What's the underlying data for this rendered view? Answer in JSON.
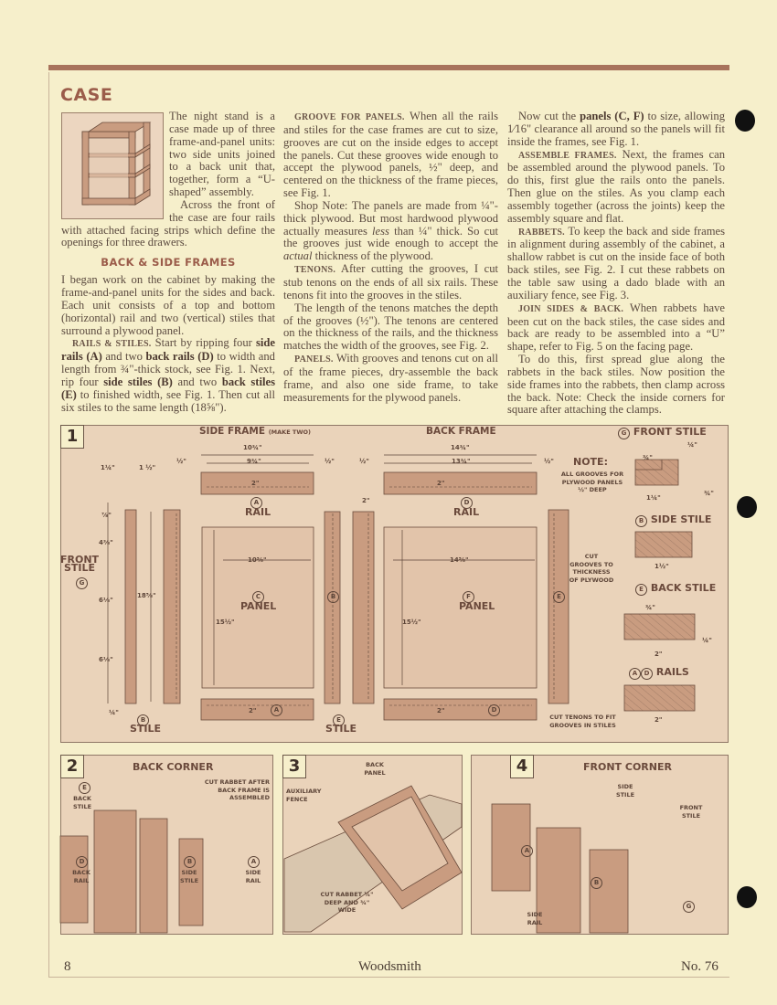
{
  "section_title": "CASE",
  "subheading": "BACK & SIDE FRAMES",
  "columns": [
    [
      {
        "noindent": true,
        "segs": [
          "The night stand is a case made up of three frame-and-panel units: two side units joined to a back unit that, together, form a “U-shaped” assembly."
        ]
      },
      {
        "segs": [
          "Across the front of the case are four rails with attached facing strips which define the openings for three drawers."
        ]
      }
    ],
    [
      {
        "noindent": true,
        "segs": [
          "I began work on the cabinet by making the frame-and-panel units for the sides and back. Each unit consists of a top and bottom (horizontal) rail and two (vertical) stiles that surround a plywood panel."
        ]
      },
      {
        "segs": [
          {
            "t": "Rails & Stiles.",
            "s": "sc"
          },
          " Start by ripping four ",
          {
            "t": "side rails (A)",
            "s": "b"
          },
          " and two ",
          {
            "t": "back rails (D)",
            "s": "b"
          },
          " to width and length from ¾\"-thick stock, see Fig. 1. Next, rip four ",
          {
            "t": "side stiles (B)",
            "s": "b"
          },
          " and two ",
          {
            "t": "back stiles (E)",
            "s": "b"
          },
          " to finished width, see Fig. 1. Then cut all six stiles to the same length (18⅝\")."
        ]
      }
    ],
    [
      {
        "segs": [
          {
            "t": "Groove for Panels.",
            "s": "sc"
          },
          " When all the rails and stiles for the case frames are cut to size, grooves are cut on the inside edges to accept the panels. Cut these grooves wide enough to accept the plywood panels, ½\" deep, and centered on the thickness of the frame pieces, see Fig. 1."
        ]
      },
      {
        "segs": [
          "Shop Note: The panels are made from ¼\"-thick plywood. But most hardwood plywood actually measures ",
          {
            "t": "less",
            "s": "i"
          },
          " than ¼\" thick. So cut the grooves just wide enough to accept the ",
          {
            "t": "actual",
            "s": "i"
          },
          " thickness of the plywood."
        ]
      },
      {
        "segs": [
          {
            "t": "Tenons.",
            "s": "sc"
          },
          " After cutting the grooves, I cut stub tenons on the ends of all six rails. These tenons fit into the grooves in the stiles."
        ]
      },
      {
        "segs": [
          "The length of the tenons matches the depth of the grooves (½\"). The tenons are centered on the thickness of the rails, and the thickness matches the width of the grooves, see Fig. 2."
        ]
      },
      {
        "segs": [
          {
            "t": "Panels.",
            "s": "sc"
          },
          " With grooves and tenons cut on all of the frame pieces, dry-assemble the back frame, and also one side frame, to take measurements for the plywood panels."
        ]
      }
    ],
    [
      {
        "segs": [
          "Now cut the ",
          {
            "t": "panels (C, F)",
            "s": "b"
          },
          " to size, allowing 1⁄16\" clearance all around so the panels will fit inside the frames, see Fig. 1."
        ]
      },
      {
        "segs": [
          {
            "t": "Assemble Frames.",
            "s": "sc"
          },
          " Next, the frames can be assembled around the plywood panels. To do this, first glue the rails onto the panels. Then glue on the stiles. As you clamp each assembly together (across the joints) keep the assembly square and flat."
        ]
      },
      {
        "segs": [
          {
            "t": "Rabbets.",
            "s": "sc"
          },
          " To keep the back and side frames in alignment during assembly of the cabinet, a shallow rabbet is cut on the inside face of both back stiles, see Fig. 2. I cut these rabbets on the table saw using a dado blade with an auxiliary fence, see Fig. 3."
        ]
      },
      {
        "segs": [
          {
            "t": "Join Sides & Back.",
            "s": "sc"
          },
          " When rabbets have been cut on the back stiles, the case sides and back are ready to be assembled into a “U” shape, refer to Fig. 5 on the facing page."
        ]
      },
      {
        "segs": [
          "To do this, first spread glue along the rabbets in the back stiles. Now position the side frames into the rabbets, then clamp across the back. Note: Check the inside corners for square after attaching the clamps."
        ]
      }
    ]
  ],
  "fig1": {
    "number": "1",
    "side_frame_title": "SIDE FRAME",
    "side_frame_note": "(MAKE TWO)",
    "back_frame_title": "BACK FRAME",
    "d_10_3_4": "10¾\"",
    "d_9_3_4": "9¾\"",
    "d_half_a": "½\"",
    "d_half_b": "½\"",
    "d_half_c": "½\"",
    "d_half_d": "½\"",
    "d_14_3_4": "14¾\"",
    "d_13_3_4": "13¾\"",
    "d_1_1_4": "1¼\"",
    "d_1_1_2": "1 ½\"",
    "d_2_stile": "2\"",
    "d_2_rail_a_top": "2\"",
    "d_2_rail_a_bot": "2\"",
    "d_2_rail_d_top": "2\"",
    "d_2_rail_d_bot": "2\"",
    "d_7_8": "⅞\"",
    "d_4_3_8": "4⅜\"",
    "d_6_1_8_a": "6⅛\"",
    "d_6_1_8_b": "6⅛\"",
    "d_1_4": "¼\"",
    "d_18_5_8": "18⅝\"",
    "d_10_5_8": "10⅝\"",
    "d_15_1_2_c": "15½\"",
    "d_14_5_8": "14⅝\"",
    "d_15_1_2_f": "15½\"",
    "front_stile_label": "FRONT STILE",
    "rail": "RAIL",
    "rail_d": "RAIL",
    "panel_c": "PANEL",
    "panel_f": "PANEL",
    "stile_b": "STILE",
    "stile_e": "STILE",
    "letters": {
      "a": "A",
      "b": "B",
      "c": "C",
      "d": "D",
      "e": "E",
      "f": "F",
      "g": "G"
    },
    "note_title": "NOTE:",
    "note_text": "ALL GROOVES FOR PLYWOOD PANELS ½\" DEEP",
    "front_stile_title": "FRONT STILE",
    "fs_3_4": "¾\"",
    "fs_1_4": "¼\"",
    "fs_3_4b": "¾\"",
    "fs_1_1_4": "1¼\"",
    "side_stile_title": "SIDE STILE",
    "ss_1_1_2": "1½\"",
    "cut_grooves": "CUT GROOVES TO THICKNESS OF PLYWOOD",
    "back_stile_title": "BACK STILE",
    "bs_3_4": "¾\"",
    "bs_1_4": "¼\"",
    "bs_2": "2\"",
    "rails_title": "RAILS",
    "r_2": "2\"",
    "cut_tenons": "CUT TENONS TO FIT GROOVES IN STILES"
  },
  "fig2": {
    "number": "2",
    "title": "BACK CORNER",
    "note": "CUT RABBET AFTER BACK FRAME IS ASSEMBLED",
    "back_stile": "BACK STILE",
    "back_rail": "BACK RAIL",
    "side_stile": "SIDE STILE",
    "side_rail": "SIDE RAIL"
  },
  "fig3": {
    "number": "3",
    "back_panel": "BACK PANEL",
    "aux_fence": "AUXILIARY FENCE",
    "cut_rabbet": "CUT RABBET ¼\" DEEP AND ¾\" WIDE"
  },
  "fig4": {
    "number": "4",
    "title": "FRONT CORNER",
    "side_stile": "SIDE STILE",
    "front_stile": "FRONT STILE",
    "side_rail": "SIDE RAIL"
  },
  "footer": {
    "page_number": "8",
    "magazine": "Woodsmith",
    "issue": "No. 76"
  },
  "colors": {
    "paper": "#f6efcb",
    "heading": "#9b5c4a",
    "diagram_bg": "#ead3ba",
    "wood": "#c99c80"
  }
}
